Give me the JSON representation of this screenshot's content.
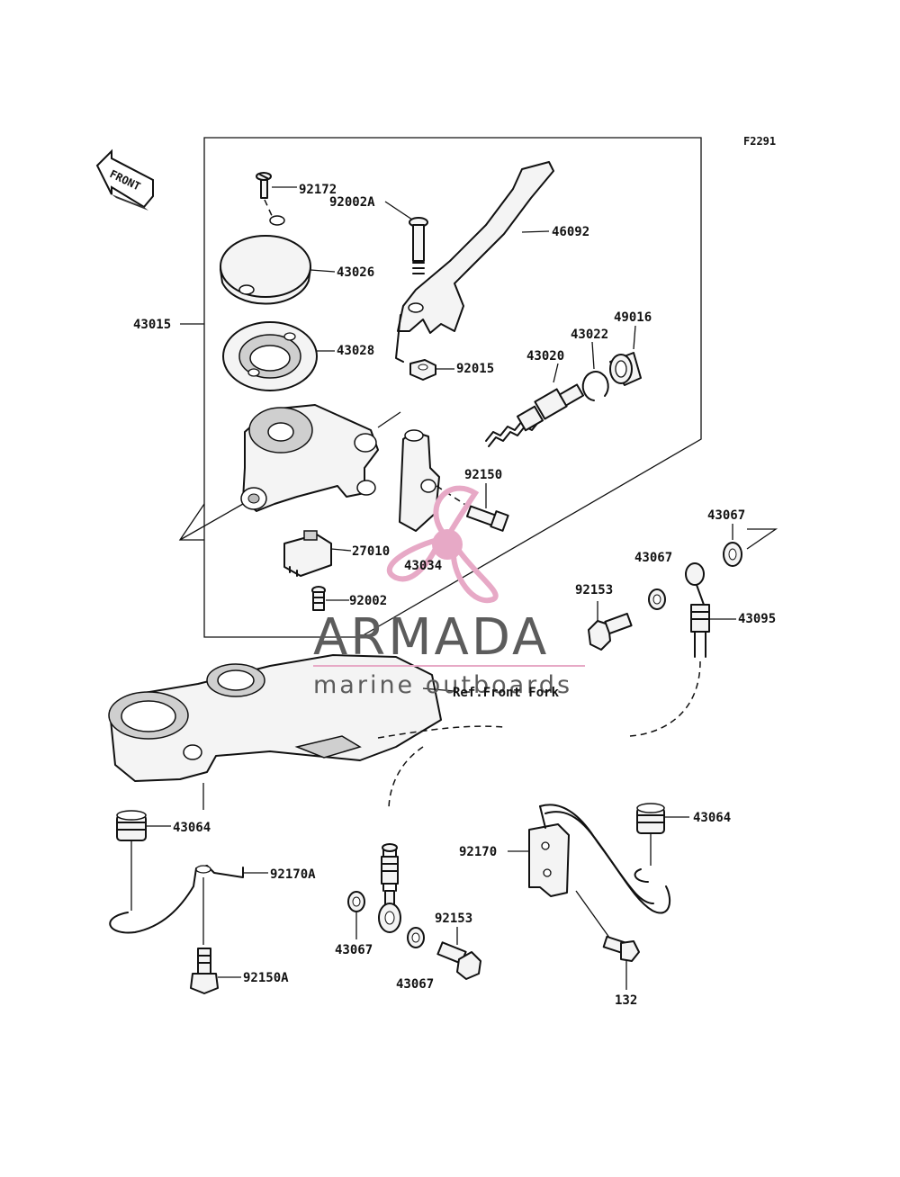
{
  "figure_code": "F2291",
  "front_arrow_label": "FRONT",
  "reference_note": "Ref.Front Fork",
  "callouts": {
    "c92172": "92172",
    "c92002A": "92002A",
    "c46092": "46092",
    "c43026": "43026",
    "c43015": "43015",
    "c43028": "43028",
    "c92015": "92015",
    "c49016": "49016",
    "c43022": "43022",
    "c43020": "43020",
    "c92150": "92150",
    "c27010": "27010",
    "c43034": "43034",
    "c92002": "92002",
    "c43067_top": "43067",
    "c43067_mid": "43067",
    "c92153_top": "92153",
    "c43095": "43095",
    "c43064_left": "43064",
    "c92170A": "92170A",
    "c92150A": "92150A",
    "c43067_bl": "43067",
    "c92153_bot": "92153",
    "c43067_bb": "43067",
    "c92170": "92170",
    "c43064_right": "43064",
    "c132": "132"
  },
  "watermark": {
    "brand": "ARMADA",
    "tagline": "marine outboards",
    "logo_color": "#e7a9c6"
  }
}
